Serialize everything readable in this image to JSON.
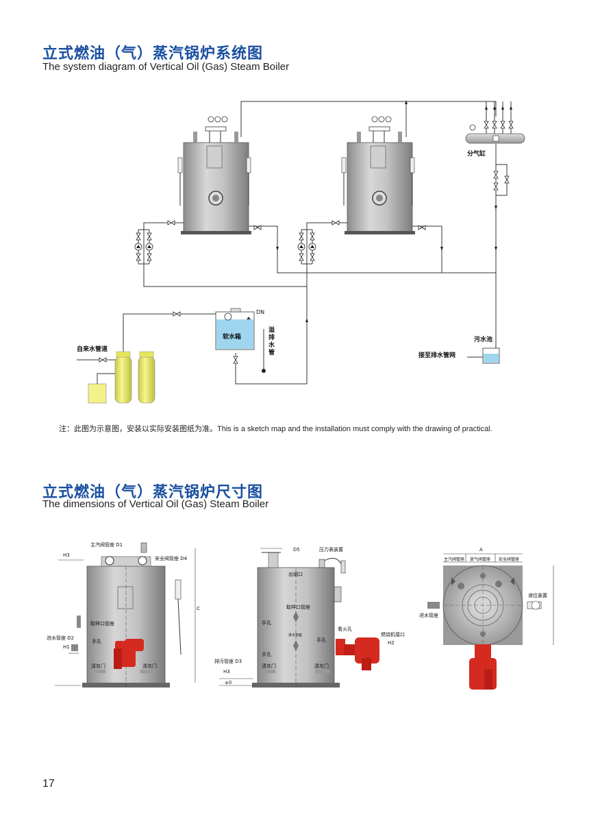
{
  "section1": {
    "title_cn": "立式燃油（气）蒸汽锅炉系统图",
    "title_en": "The system diagram of Vertical Oil (Gas) Steam Boiler"
  },
  "system_diagram": {
    "labels": {
      "steam_header": "分气缸",
      "soft_water_tank": "软水箱",
      "dn": "DN",
      "overflow": [
        "溢",
        "排",
        "水",
        "管"
      ],
      "tap_water_pipe": "自来水管道",
      "sewage_pool": "污水池",
      "drain_connect": "接至排水管网"
    }
  },
  "note": "注：此图为示意图，安装以实际安装图纸为准。This is a sketch map and the installation must comply with the drawing of practical.",
  "section2": {
    "title_cn": "立式燃油（气）蒸汽锅炉尺寸图",
    "title_en": "The dimensions of Vertical Oil (Gas) Steam Boiler"
  },
  "dimension_drawings": {
    "front": {
      "main_steam_valve": "主汽阀管座 D1",
      "safety_valve": "安全阀管座 D4",
      "h3": "H3",
      "sampling": "取样口管座",
      "handhole": "手孔",
      "inlet": "进水管座 D2",
      "h1": "H1",
      "ash_door_left": "清灰门",
      "ash_door_right": "清灰门",
      "c": "C"
    },
    "side": {
      "d5": "D5",
      "pressure_gauge": "压力表装置",
      "flue": "出烟口",
      "sampling": "取样口管座",
      "handhole1": "手孔",
      "inlet_small": "进水管座",
      "handhole2": "手孔",
      "sight_hole": "看火孔",
      "burner_port": "燃烧机接口",
      "h2": "H2",
      "handhole3": "手孔",
      "blowdown": "排污管座 D3",
      "h3": "H3",
      "zero": "±0",
      "ash_door_left": "清灰门",
      "ash_door_right": "清灰门"
    },
    "top": {
      "a": "A",
      "main_steam": "主汽阀管座",
      "vent_valve": "放气阀管座",
      "safety_valve": "安全阀管座",
      "level_device": "液位装置",
      "inlet": "进水管座"
    }
  },
  "page_number": "17",
  "colors": {
    "title_blue": "#1a4fa0",
    "boiler_gray": "#b8b8b8",
    "burner_red": "#d42a1f",
    "softener_yellow": "#ecec70",
    "water_blue": "#9fd6ef"
  }
}
